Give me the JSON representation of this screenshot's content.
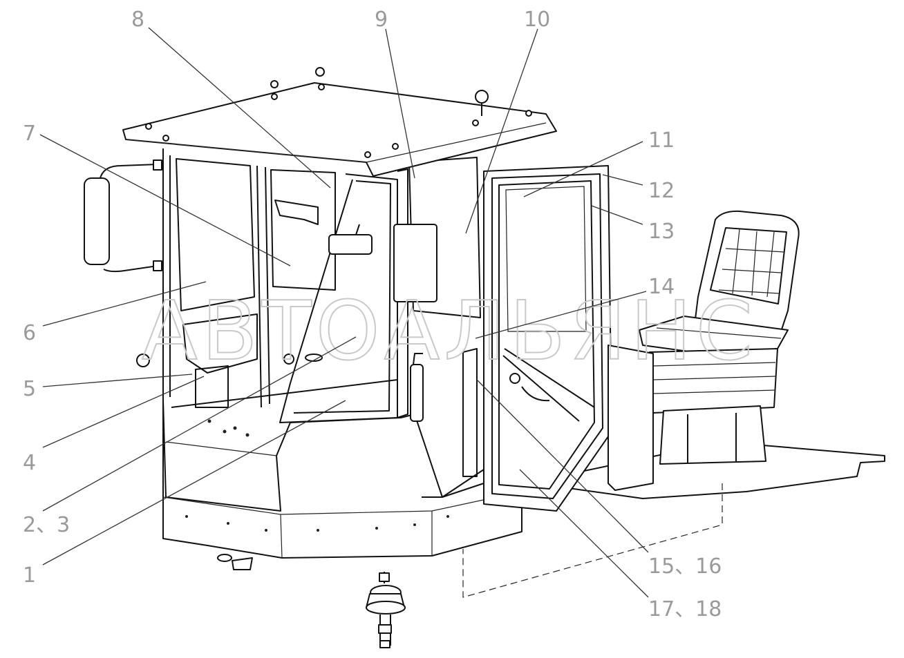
{
  "watermark": "АВТОАЛЬЯНС",
  "callouts": [
    {
      "id": "c8",
      "label": "8"
    },
    {
      "id": "c9",
      "label": "9"
    },
    {
      "id": "c10",
      "label": "10"
    },
    {
      "id": "c7",
      "label": "7"
    },
    {
      "id": "c11",
      "label": "11"
    },
    {
      "id": "c12",
      "label": "12"
    },
    {
      "id": "c13",
      "label": "13"
    },
    {
      "id": "c14",
      "label": "14"
    },
    {
      "id": "c6",
      "label": "6"
    },
    {
      "id": "c5",
      "label": "5"
    },
    {
      "id": "c4",
      "label": "4"
    },
    {
      "id": "c23",
      "label": "2、3"
    },
    {
      "id": "c1",
      "label": "1"
    },
    {
      "id": "c1516",
      "label": "15、16"
    },
    {
      "id": "c1718",
      "label": "17、18"
    }
  ],
  "colors": {
    "callout_text": "#9a9a9a",
    "line": "#111111",
    "watermark": "#c9c9c9"
  }
}
